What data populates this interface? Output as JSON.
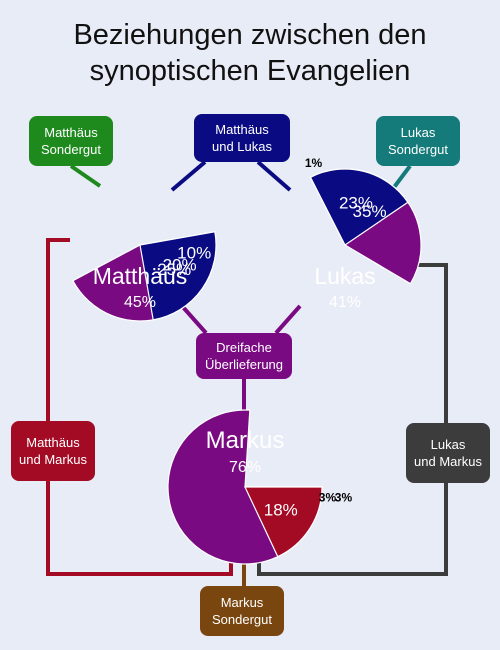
{
  "title_line1": "Beziehungen zwischen den",
  "title_line2": "synoptischen Evangelien",
  "colors": {
    "matthaeus": "#7a0a82",
    "lukas": "#7a0a82",
    "markus": "#7a0a82",
    "matthaeus_sondergut": "#1e8a1e",
    "matthaeus_lukas": "#0a0a82",
    "lukas_sondergut": "#147a7a",
    "matthaeus_markus": "#a30a24",
    "lukas_markus": "#3c3c3c",
    "markus_sondergut": "#7a4610",
    "background": "#e8ecf6"
  },
  "boxes": {
    "matthaeus_sondergut": "Matthäus\nSondergut",
    "matthaeus_lukas": "Matthäus\nund Lukas",
    "lukas_sondergut": "Lukas\nSondergut",
    "dreifache": "Dreifache\nÜberlieferung",
    "matthaeus_markus": "Matthäus\nund Markus",
    "lukas_markus": "Lukas\nund Markus",
    "markus_sondergut": "Markus\nSondergut"
  },
  "pies": {
    "matthaeus": {
      "name": "Matthäus",
      "slices": [
        {
          "key": "dreifache",
          "value": 45,
          "label": "45%"
        },
        {
          "key": "matthaeus_markus",
          "value": 10,
          "label": "10%"
        },
        {
          "key": "matthaeus_sondergut",
          "value": 20,
          "label": "20%"
        },
        {
          "key": "matthaeus_lukas",
          "value": 25,
          "label": "25%"
        }
      ]
    },
    "lukas": {
      "name": "Lukas",
      "slices": [
        {
          "key": "lukas_sondergut",
          "value": 35,
          "label": "35%"
        },
        {
          "key": "lukas_markus",
          "value": 1,
          "label": "1%"
        },
        {
          "key": "dreifache",
          "value": 41,
          "label": "41%"
        },
        {
          "key": "matthaeus_lukas",
          "value": 23,
          "label": "23%"
        }
      ]
    },
    "markus": {
      "name": "Markus",
      "slices": [
        {
          "key": "dreifache",
          "value": 76,
          "label": "76%"
        },
        {
          "key": "lukas_markus",
          "value": 3,
          "label": "3%"
        },
        {
          "key": "markus_sondergut",
          "value": 3,
          "label": "3%"
        },
        {
          "key": "matthaeus_markus",
          "value": 18,
          "label": "18%"
        }
      ]
    }
  }
}
